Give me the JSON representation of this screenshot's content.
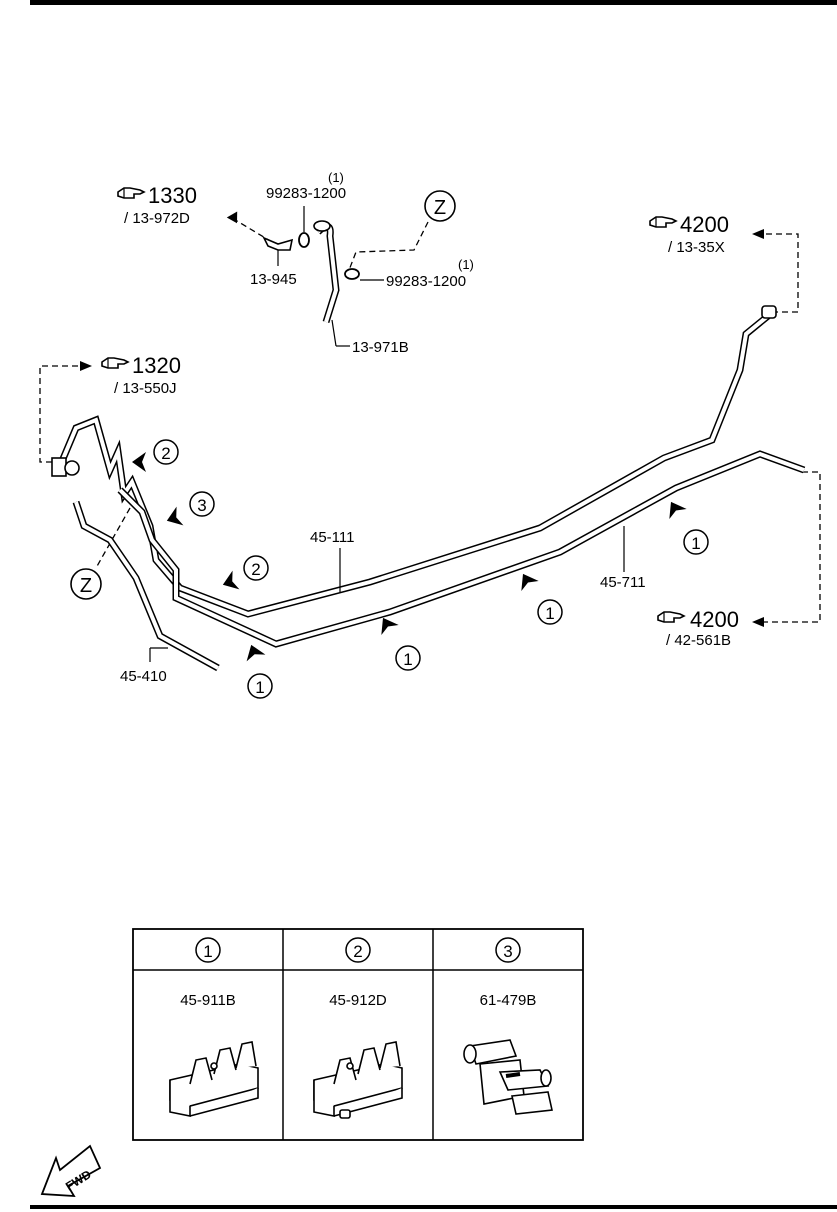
{
  "references": [
    {
      "id": "ref-1330",
      "page": "1330",
      "part": "/ 13-972D"
    },
    {
      "id": "ref-4200-a",
      "page": "4200",
      "part": "/ 13-35X"
    },
    {
      "id": "ref-1320",
      "page": "1320",
      "part": "/ 13-550J"
    },
    {
      "id": "ref-4200-b",
      "page": "4200",
      "part": "/ 42-561B"
    }
  ],
  "parts": {
    "p99283_a": "99283-1200",
    "p99283_a_qty": "(1)",
    "p99283_b": "99283-1200",
    "p99283_b_qty": "(1)",
    "p13945": "13-945",
    "p13971b": "13-971B",
    "p45111": "45-111",
    "p45711": "45-711",
    "p45410": "45-410"
  },
  "detail_marker": "Z",
  "callouts": {
    "one": "1",
    "two": "2",
    "three": "3"
  },
  "legend": {
    "headers": [
      "1",
      "2",
      "3"
    ],
    "parts": [
      "45-911B",
      "45-912D",
      "61-479B"
    ]
  },
  "fwd_label": "FWD"
}
